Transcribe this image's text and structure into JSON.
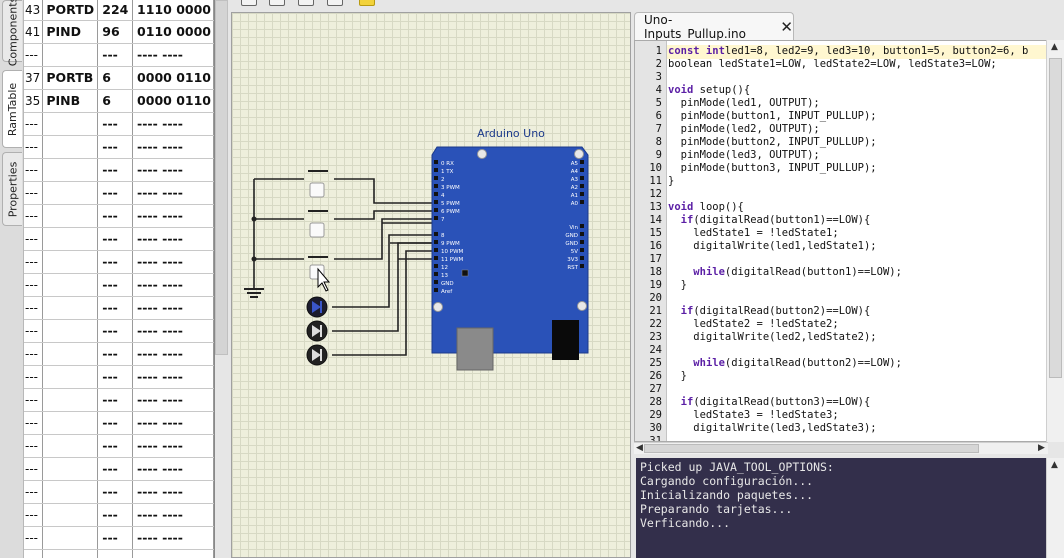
{
  "side_tabs": [
    {
      "label": "Components"
    },
    {
      "label": "RamTable"
    },
    {
      "label": "Properties"
    }
  ],
  "ram_table": {
    "rows": [
      [
        "43",
        "PORTD",
        "224",
        "1110 0000"
      ],
      [
        "41",
        "PIND",
        "96",
        "0110 0000"
      ],
      [
        "---",
        "",
        "---",
        "---- ----"
      ],
      [
        "37",
        "PORTB",
        "6",
        "0000 0110"
      ],
      [
        "35",
        "PINB",
        "6",
        "0000 0110"
      ],
      [
        "---",
        "",
        "---",
        "---- ----"
      ],
      [
        "---",
        "",
        "---",
        "---- ----"
      ],
      [
        "---",
        "",
        "---",
        "---- ----"
      ],
      [
        "---",
        "",
        "---",
        "---- ----"
      ],
      [
        "---",
        "",
        "---",
        "---- ----"
      ],
      [
        "---",
        "",
        "---",
        "---- ----"
      ],
      [
        "---",
        "",
        "---",
        "---- ----"
      ],
      [
        "---",
        "",
        "---",
        "---- ----"
      ],
      [
        "---",
        "",
        "---",
        "---- ----"
      ],
      [
        "---",
        "",
        "---",
        "---- ----"
      ],
      [
        "---",
        "",
        "---",
        "---- ----"
      ],
      [
        "---",
        "",
        "---",
        "---- ----"
      ],
      [
        "---",
        "",
        "---",
        "---- ----"
      ],
      [
        "---",
        "",
        "---",
        "---- ----"
      ],
      [
        "---",
        "",
        "---",
        "---- ----"
      ],
      [
        "---",
        "",
        "---",
        "---- ----"
      ],
      [
        "---",
        "",
        "---",
        "---- ----"
      ],
      [
        "---",
        "",
        "---",
        "---- ----"
      ],
      [
        "---",
        "",
        "---",
        "---- ----"
      ],
      [
        "---",
        "",
        "---",
        "---- ----"
      ]
    ]
  },
  "circuit": {
    "board_label": "Arduino Uno",
    "left_pins": [
      "0  RX",
      "1  TX",
      "2",
      "3  PWM",
      "4",
      "5  PWM",
      "6  PWM",
      "7",
      "8",
      "9  PWM",
      "10 PWM",
      "11 PWM",
      "12",
      "13",
      "GND",
      "Aref"
    ],
    "right_pins": [
      "A5",
      "A4",
      "A3",
      "A2",
      "A1",
      "A0",
      "Vin",
      "GND",
      "GND",
      "5V",
      "3V3",
      "RST"
    ]
  },
  "editor": {
    "file_tab": "Uno-Inputs_Pullup.ino",
    "lines": [
      {
        "n": "1",
        "parts": [
          [
            "kw",
            "const int"
          ],
          [
            "",
            "led1=8, led2=9, led3=10, button1=5, button2=6, b"
          ]
        ]
      },
      {
        "n": "2",
        "parts": [
          [
            "",
            "boolean ledState1=LOW, ledState2=LOW, ledState3=LOW;"
          ]
        ]
      },
      {
        "n": "3",
        "parts": []
      },
      {
        "n": "4",
        "parts": [
          [
            "kw",
            "void"
          ],
          [
            "",
            " setup(){"
          ]
        ]
      },
      {
        "n": "5",
        "parts": [
          [
            "",
            "  pinMode(led1, OUTPUT);"
          ]
        ]
      },
      {
        "n": "6",
        "parts": [
          [
            "",
            "  pinMode(button1, INPUT_PULLUP);"
          ]
        ]
      },
      {
        "n": "7",
        "parts": [
          [
            "",
            "  pinMode(led2, OUTPUT);"
          ]
        ]
      },
      {
        "n": "8",
        "parts": [
          [
            "",
            "  pinMode(button2, INPUT_PULLUP);"
          ]
        ]
      },
      {
        "n": "9",
        "parts": [
          [
            "",
            "  pinMode(led3, OUTPUT);"
          ]
        ]
      },
      {
        "n": "10",
        "parts": [
          [
            "",
            "  pinMode(button3, INPUT_PULLUP);"
          ]
        ]
      },
      {
        "n": "11",
        "parts": [
          [
            "",
            "}"
          ]
        ]
      },
      {
        "n": "12",
        "parts": []
      },
      {
        "n": "13",
        "parts": [
          [
            "kw",
            "void"
          ],
          [
            "",
            " loop(){"
          ]
        ]
      },
      {
        "n": "14",
        "parts": [
          [
            "",
            "  "
          ],
          [
            "kw",
            "if"
          ],
          [
            "",
            "(digitalRead(button1)==LOW){"
          ]
        ]
      },
      {
        "n": "15",
        "parts": [
          [
            "",
            "    ledState1 = !ledState1;"
          ]
        ]
      },
      {
        "n": "16",
        "parts": [
          [
            "",
            "    digitalWrite(led1,ledState1);"
          ]
        ]
      },
      {
        "n": "17",
        "parts": []
      },
      {
        "n": "18",
        "parts": [
          [
            "",
            "    "
          ],
          [
            "kw",
            "while"
          ],
          [
            "",
            "(digitalRead(button1)==LOW);"
          ]
        ]
      },
      {
        "n": "19",
        "parts": [
          [
            "",
            "  }"
          ]
        ]
      },
      {
        "n": "20",
        "parts": []
      },
      {
        "n": "21",
        "parts": [
          [
            "",
            "  "
          ],
          [
            "kw",
            "if"
          ],
          [
            "",
            "(digitalRead(button2)==LOW){"
          ]
        ]
      },
      {
        "n": "22",
        "parts": [
          [
            "",
            "    ledState2 = !ledState2;"
          ]
        ]
      },
      {
        "n": "23",
        "parts": [
          [
            "",
            "    digitalWrite(led2,ledState2);"
          ]
        ]
      },
      {
        "n": "24",
        "parts": []
      },
      {
        "n": "25",
        "parts": [
          [
            "",
            "    "
          ],
          [
            "kw",
            "while"
          ],
          [
            "",
            "(digitalRead(button2)==LOW);"
          ]
        ]
      },
      {
        "n": "26",
        "parts": [
          [
            "",
            "  }"
          ]
        ]
      },
      {
        "n": "27",
        "parts": []
      },
      {
        "n": "28",
        "parts": [
          [
            "",
            "  "
          ],
          [
            "kw",
            "if"
          ],
          [
            "",
            "(digitalRead(button3)==LOW){"
          ]
        ]
      },
      {
        "n": "29",
        "parts": [
          [
            "",
            "    ledState3 = !ledState3;"
          ]
        ]
      },
      {
        "n": "30",
        "parts": [
          [
            "",
            "    digitalWrite(led3,ledState3);"
          ]
        ]
      },
      {
        "n": "31",
        "parts": []
      }
    ]
  },
  "console": {
    "lines": [
      "Picked up JAVA_TOOL_OPTIONS:",
      "Cargando configuración...",
      "Inicializando paquetes...",
      "Preparando tarjetas...",
      "Verficando..."
    ]
  },
  "colors": {
    "code_keyword": "#5b1fa5",
    "console_bg": "#332f4b",
    "board_blue": "#2a52b8",
    "canvas_bg": "#eeefdc"
  }
}
